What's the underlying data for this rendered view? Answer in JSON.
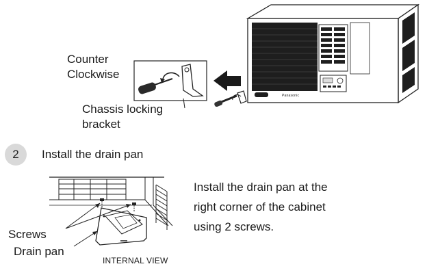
{
  "top_figure": {
    "rotation_label_line1": "Counter",
    "rotation_label_line2": "Clockwise",
    "part_label_line1": "Chassis locking",
    "part_label_line2": "bracket",
    "unit_brand": "Panasonic"
  },
  "step": {
    "number": "2",
    "title": "Install the drain pan"
  },
  "bottom_figure": {
    "screws_label": "Screws",
    "drain_pan_label": "Drain pan",
    "view_caption": "INTERNAL VIEW"
  },
  "instruction": {
    "line1": "Install the drain pan at the",
    "line2": "right corner of the cabinet",
    "line3": "using 2 screws."
  }
}
